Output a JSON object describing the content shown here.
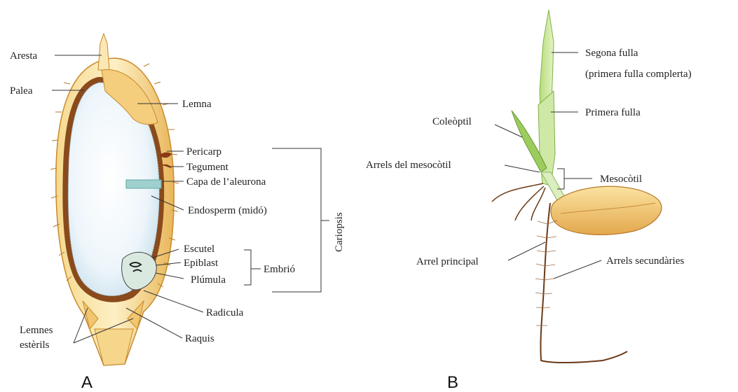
{
  "panel_a": {
    "letter": "A",
    "labels": {
      "aresta": "Aresta",
      "palea": "Palea",
      "lemna": "Lemna",
      "pericarp": "Pericarp",
      "tegument": "Tegument",
      "aleurona": "Capa de l’aleurona",
      "endosperm": "Endosperm (midó)",
      "escutel": "Escutel",
      "epiblast": "Epiblast",
      "plumula": "Plúmula",
      "radicula": "Radicula",
      "raquis": "Raquis",
      "lemnes_1": "Lemnes",
      "lemnes_2": "estèrils",
      "embrio": "Embrió",
      "cariopsis": "Cariopsis"
    }
  },
  "panel_b": {
    "letter": "B",
    "labels": {
      "segona_fulla": "Segona fulla",
      "primera_completa": "(primera fulla complerta)",
      "primera_fulla": "Primera fulla",
      "coleoptil": "Coleòptil",
      "arrels_mesocotil": "Arrels del mesocòtil",
      "mesocotil": "Mesocòtil",
      "arrel_principal": "Arrel principal",
      "arrels_secundaries": "Arrels secundàries"
    }
  }
}
